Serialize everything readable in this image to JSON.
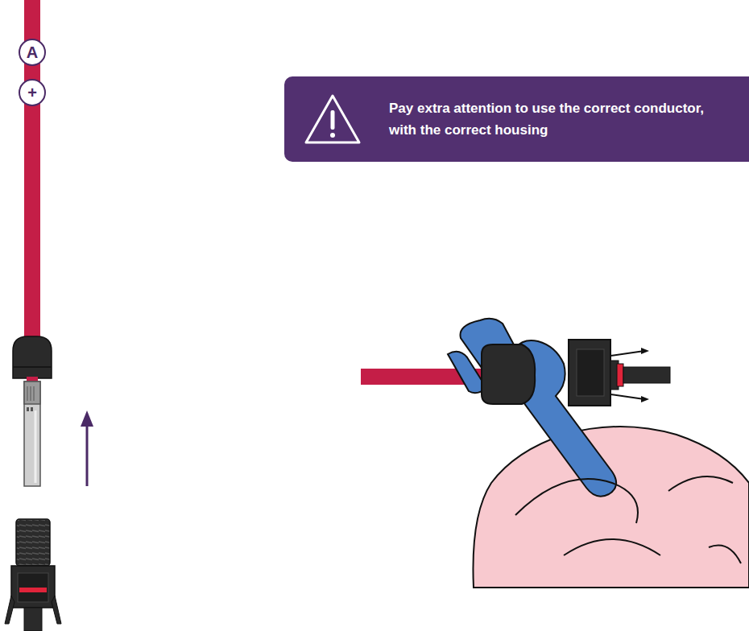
{
  "diagram": {
    "nodes": [
      {
        "text": [
          "A"
        ]
      },
      {
        "text": [
          "+"
        ]
      },
      {
        "text": [
          "Pay extra attention to use the correct conductor, with the correct housing"
        ]
      }
    ]
  }
}
